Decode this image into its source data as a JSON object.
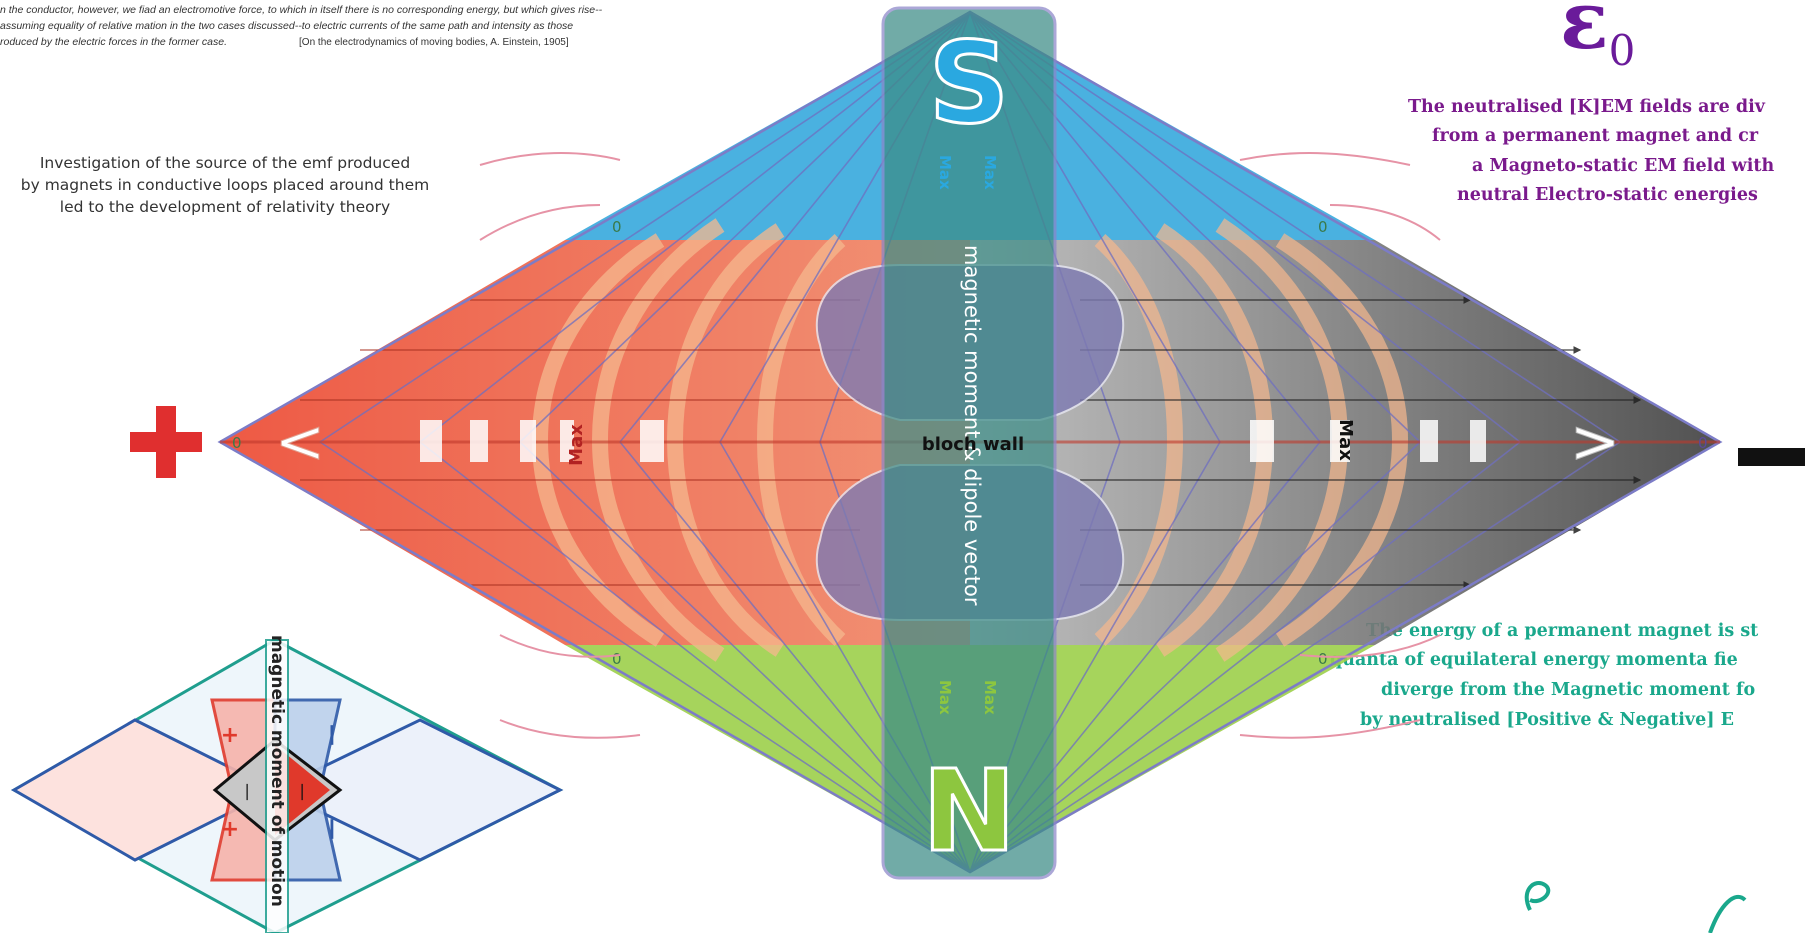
{
  "quote": {
    "line1": "n the conductor, however, we fiad an electromotive force, to which in itself there is no corresponding energy, but which gives rise--",
    "line2": "assuming equality of relative mation in the two cases discussed--to electric currents of the same path and intensity as those",
    "line3": "roduced by the electric forces in the former case.",
    "citation": "[On the electrodynamics of moving bodies, A. Einstein, 1905]"
  },
  "investigation": {
    "line1": "Investigation of the source of the emf produced",
    "line2": "by magnets in conductive loops placed around them",
    "line3": "led to the development of relativity theory"
  },
  "symbol": {
    "main": "ε",
    "sub": "0"
  },
  "right_purple": {
    "line1": "The neutralised [K]EM fields are div",
    "line2": "from a permanent magnet and cr",
    "line3": "a Magneto-static EM field with",
    "line4": "neutral Electro-static energies"
  },
  "right_green": {
    "line1": "The energy of a permanent magnet is st",
    "line2": "quanta of equilateral energy momenta fie",
    "line3": "diverge from the Magnetic moment fo",
    "line4": "by neutralised [Positive & Negative] E"
  },
  "diagram": {
    "pole_top": "S",
    "pole_bottom": "N",
    "bar_label": "magnetic moment & dipole vector",
    "center_label": "bloch wall",
    "max_left": "Max",
    "max_right": "Max",
    "max_top_a": "Max",
    "max_top_b": "Max",
    "max_bottom_a": "Max",
    "max_bottom_b": "Max",
    "zero": "0",
    "plus_sign": "+",
    "minus_sign": "—",
    "less_than": "<",
    "greater_than": ">",
    "colors": {
      "top": "#2aa5db",
      "left": "#e8452f",
      "right": "#4a4a4a",
      "bottom": "#8dc63f",
      "bar": "#3a8a85",
      "bloch": "#7e7bb3",
      "orange_arcs": "#f4b183",
      "pink_arcs": "#e493a8",
      "outline": "#7c7cc7"
    }
  },
  "inset": {
    "label": "magnetic moment of motion",
    "plus_a": "+",
    "plus_b": "+",
    "minus_a": "—",
    "minus_b": "—",
    "center_minus_left": "—",
    "center_minus_right": "—"
  }
}
